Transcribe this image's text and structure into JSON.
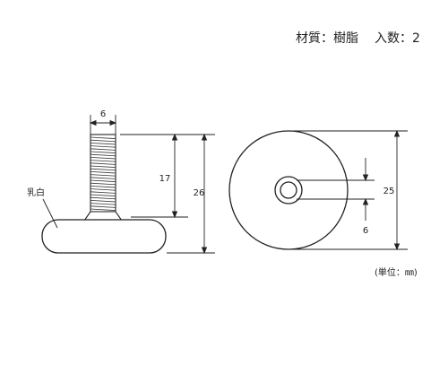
{
  "header": {
    "material_label": "材質：樹脂",
    "quantity_label": "入数：2"
  },
  "side_view": {
    "material_color_label": "乳白",
    "thread_diameter": "6",
    "thread_length": "17",
    "total_height": "26"
  },
  "top_view": {
    "outer_diameter": "25",
    "inner_diameter": "6"
  },
  "footer": {
    "unit_label": "(単位：㎜)"
  }
}
